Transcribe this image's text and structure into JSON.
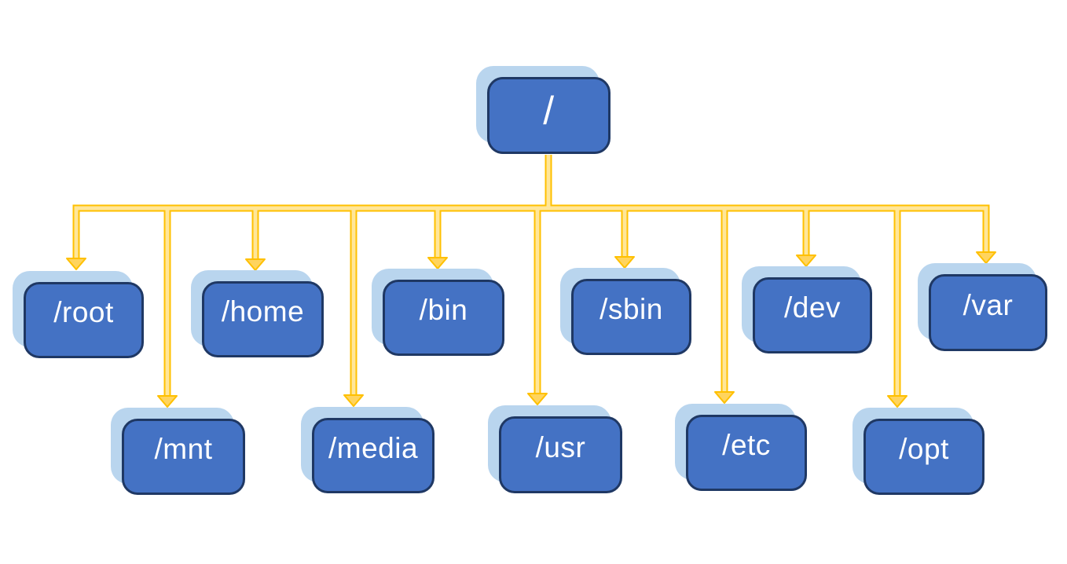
{
  "diagram": {
    "type": "tree",
    "description": "Linux filesystem hierarchy diagram",
    "background": "#FFFFFF",
    "colors": {
      "node_fill": "#4472C4",
      "node_border": "#1F3864",
      "node_shadow": "#B9D5EE",
      "node_text": "#FFFFFF",
      "connector_outline": "#FFC000",
      "connector_fill": "#FFE699"
    }
  },
  "nodes": [
    {
      "label": "/"
    },
    {
      "label": "/root"
    },
    {
      "label": "/home"
    },
    {
      "label": "/bin"
    },
    {
      "label": "/sbin"
    },
    {
      "label": "/dev"
    },
    {
      "label": "/var"
    },
    {
      "label": "/mnt"
    },
    {
      "label": "/media"
    },
    {
      "label": "/usr"
    },
    {
      "label": "/etc"
    },
    {
      "label": "/opt"
    }
  ],
  "edges": [
    [
      "/",
      "/root"
    ],
    [
      "/",
      "/home"
    ],
    [
      "/",
      "/bin"
    ],
    [
      "/",
      "/sbin"
    ],
    [
      "/",
      "/dev"
    ],
    [
      "/",
      "/var"
    ],
    [
      "/",
      "/mnt"
    ],
    [
      "/",
      "/media"
    ],
    [
      "/",
      "/usr"
    ],
    [
      "/",
      "/etc"
    ],
    [
      "/",
      "/opt"
    ]
  ]
}
